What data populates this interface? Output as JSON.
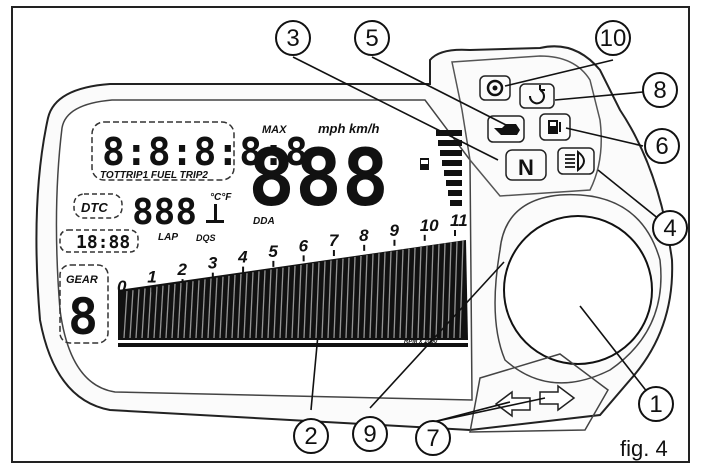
{
  "figure": {
    "caption": "fig. 4"
  },
  "display": {
    "odometer_digits": "8:8:8:8:8",
    "odometer_modes": "TOTTRIP1 FUEL TRIP2",
    "speed_digits": "888",
    "speed_max": "MAX",
    "speed_units": "mph  km/h",
    "dda": "DDA",
    "dtc": "DTC",
    "temp_digits": "888",
    "temp_units": "°C°F",
    "lap": "LAP",
    "dqs": "DQS",
    "clock_digits": "18:88",
    "gear_label": "GEAR",
    "gear_digit": "8",
    "rpm_label": "RPM x 1000",
    "neutral_label": "N",
    "rpm_ticks": [
      "0",
      "1",
      "2",
      "3",
      "4",
      "5",
      "6",
      "7",
      "8",
      "9",
      "10",
      "11"
    ]
  },
  "callouts": [
    {
      "id": "1",
      "label": "1"
    },
    {
      "id": "2",
      "label": "2"
    },
    {
      "id": "3",
      "label": "3"
    },
    {
      "id": "4",
      "label": "4"
    },
    {
      "id": "5",
      "label": "5"
    },
    {
      "id": "6",
      "label": "6"
    },
    {
      "id": "7",
      "label": "7"
    },
    {
      "id": "8",
      "label": "8"
    },
    {
      "id": "9",
      "label": "9"
    },
    {
      "id": "10",
      "label": "10"
    }
  ]
}
